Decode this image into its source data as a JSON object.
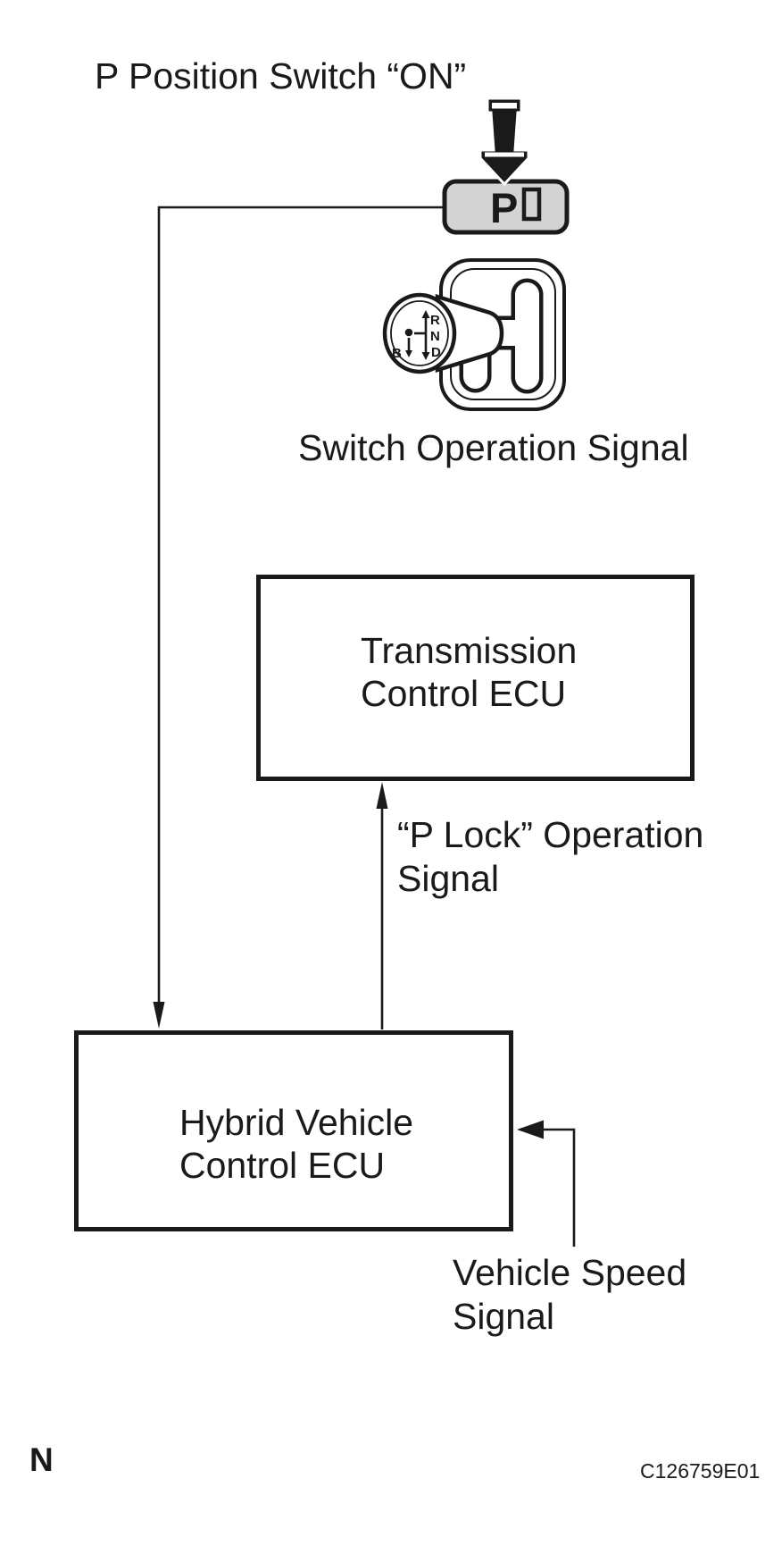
{
  "figure": {
    "title": "P Position Switch “ON”",
    "button": {
      "label": "P"
    },
    "shifter": {
      "positions": {
        "r": "R",
        "n": "N",
        "d": "D",
        "b": "B"
      }
    },
    "signals": {
      "switch_operation": "Switch Operation Signal",
      "p_lock": "“P Lock” Operation\nSignal",
      "vehicle_speed": "Vehicle Speed\nSignal"
    },
    "nodes": {
      "transmission_ecu": "Transmission\nControl ECU",
      "hybrid_ecu": "Hybrid Vehicle\nControl ECU"
    },
    "footer": {
      "marker": "N",
      "figure_code": "C126759E01"
    },
    "colors": {
      "ink": "#1a1a1a",
      "button_fill": "#d3d3d3"
    }
  }
}
